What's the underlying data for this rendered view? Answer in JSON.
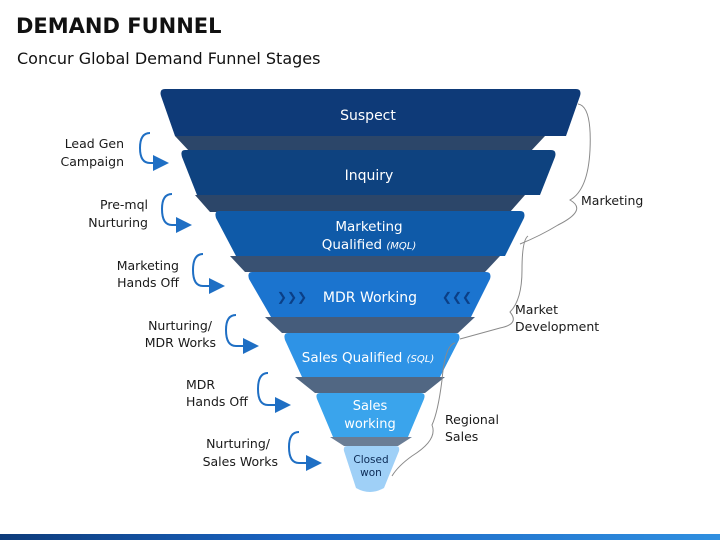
{
  "title": "DEMAND FUNNEL",
  "subtitle": "Concur Global Demand Funnel Stages",
  "stages": [
    {
      "label": "Suspect"
    },
    {
      "label": "Inquiry"
    },
    {
      "label_line1": "Marketing",
      "label_line2": "Qualified",
      "label_line2_italic": "(MQL)"
    },
    {
      "label": "MDR Working",
      "chevrons": "❯❯❯",
      "chevrons_left": "❮❮❮"
    },
    {
      "label": "Sales Qualified",
      "label_italic": "(SQL)"
    },
    {
      "label_line1": "Sales",
      "label_line2": "working"
    },
    {
      "label_line1": "Closed",
      "label_line2": "won"
    }
  ],
  "handoffs": [
    {
      "line1": "Lead Gen",
      "line2": "Campaign"
    },
    {
      "line1": "Pre-mql",
      "line2": "Nurturing"
    },
    {
      "line1": "Marketing",
      "line2": "Hands Off"
    },
    {
      "line1": "Nurturing/",
      "line2": "MDR Works"
    },
    {
      "line1": "MDR",
      "line2": "Hands Off"
    },
    {
      "line1": "Nurturing/",
      "line2": "Sales Works"
    }
  ],
  "groups": [
    {
      "line1": "Marketing"
    },
    {
      "line1": "Market",
      "line2": "Development"
    },
    {
      "line1": "Regional",
      "line2": "Sales"
    }
  ],
  "colors": {
    "stage_fills": [
      "#0e3a78",
      "#0e427f",
      "#0f5aa8",
      "#1b74cf",
      "#2e93e6",
      "#3aa4ec",
      "#9fd0f7"
    ],
    "shadow": "#07264f",
    "arrow": "#1f6fc4",
    "brace": "#8a8a8a"
  }
}
